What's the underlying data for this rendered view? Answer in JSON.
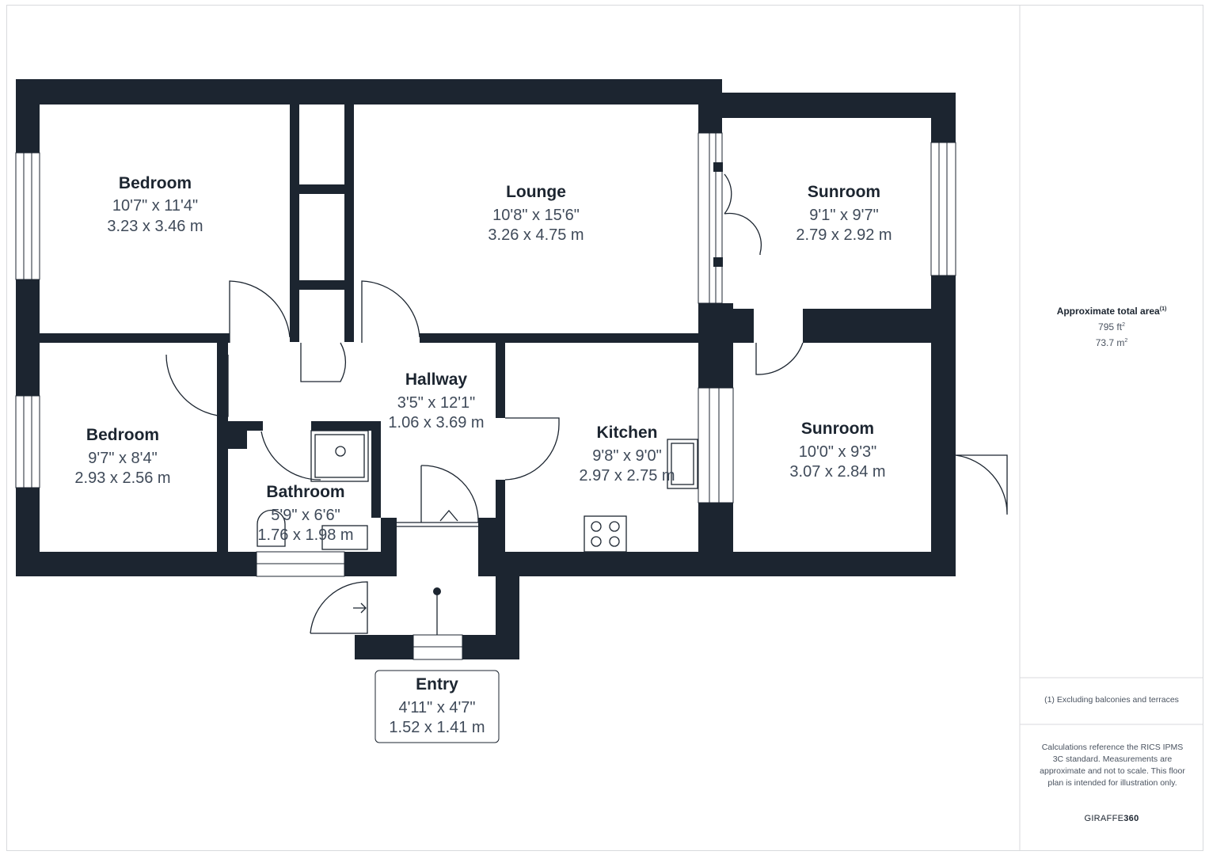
{
  "rooms": {
    "bedroom1": {
      "name": "Bedroom",
      "imperial": "10'7\" x 11'4\"",
      "metric": "3.23 x 3.46 m"
    },
    "lounge": {
      "name": "Lounge",
      "imperial": "10'8\" x 15'6\"",
      "metric": "3.26 x 4.75 m"
    },
    "sunroom1": {
      "name": "Sunroom",
      "imperial": "9'1\" x 9'7\"",
      "metric": "2.79 x 2.92 m"
    },
    "hallway": {
      "name": "Hallway",
      "imperial": "3'5\" x 12'1\"",
      "metric": "1.06 x 3.69 m"
    },
    "bedroom2": {
      "name": "Bedroom",
      "imperial": "9'7\" x 8'4\"",
      "metric": "2.93 x 2.56 m"
    },
    "kitchen": {
      "name": "Kitchen",
      "imperial": "9'8\" x 9'0\"",
      "metric": "2.97 x 2.75 m"
    },
    "sunroom2": {
      "name": "Sunroom",
      "imperial": "10'0\" x 9'3\"",
      "metric": "3.07 x 2.84 m"
    },
    "bathroom": {
      "name": "Bathroom",
      "imperial": "5'9\" x 6'6\"",
      "metric": "1.76 x 1.98 m"
    },
    "entry": {
      "name": "Entry",
      "imperial": "4'11\" x 4'7\"",
      "metric": "1.52 x 1.41 m"
    }
  },
  "sidebar": {
    "area_title": "Approximate total area",
    "area_note_marker": "(1)",
    "area_ft": "795 ft",
    "area_m": "73.7 m",
    "area_unit_sup": "2",
    "footnote": "(1) Excluding balconies and terraces",
    "disclaimer": "Calculations reference the RICS IPMS 3C standard. Measurements are approximate and not to scale. This floor plan is intended for illustration only.",
    "brand_prefix": "GIRAFFE",
    "brand_suffix": "360"
  },
  "colors": {
    "wall": "#1c2530",
    "text": "#1c2530",
    "dim_text": "#3f4a59",
    "border": "#d8dadd"
  }
}
